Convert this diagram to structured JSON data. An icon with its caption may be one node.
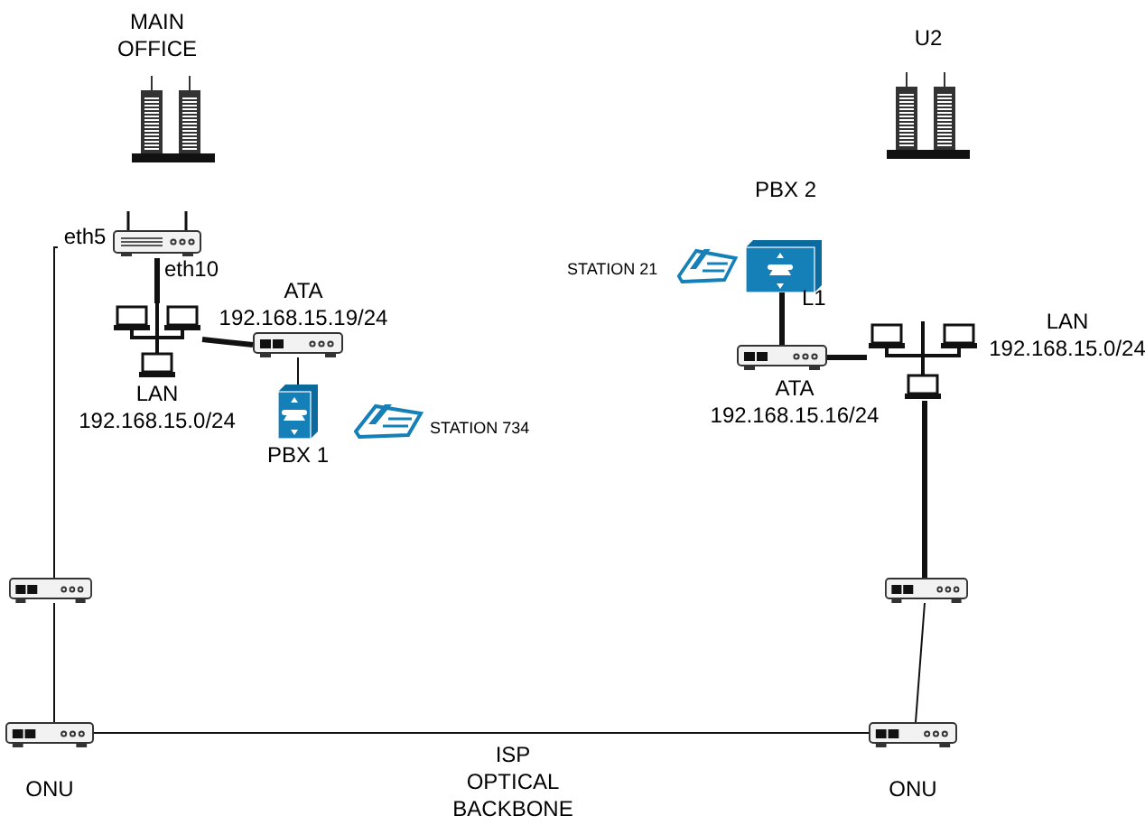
{
  "diagram": {
    "nodes": [
      {
        "text": [
          "MAIN OFFICE"
        ]
      },
      {
        "text": [
          "U2"
        ]
      },
      {
        "text": [],
        "shape": "box"
      },
      {
        "text": [
          "ATA 192.168.15.19/24"
        ]
      },
      {
        "text": [
          "PBX 1"
        ]
      },
      {
        "text": [
          "STATION 734"
        ]
      },
      {
        "text": [
          "LAN 192.168.15.0/24"
        ]
      },
      {
        "text": [
          "PBX 2"
        ],
        "beside": [
          "L1"
        ]
      },
      {
        "text": [
          "STATION 21"
        ]
      },
      {
        "text": [
          "ATA 192.168.15.16/24"
        ]
      },
      {
        "text": [
          "LAN 192.168.15.0/24"
        ]
      },
      {
        "text": [],
        "shape": "box"
      },
      {
        "text": [],
        "shape": "box"
      },
      {
        "text": [
          "ONU"
        ]
      },
      {
        "text": [
          "ONU"
        ]
      }
    ],
    "edges": [
      {
        "from": 2,
        "to": 11,
        "arrow": "none",
        "label": "eth5"
      },
      {
        "from": 2,
        "to": 6,
        "arrow": "none",
        "label": "eth10",
        "style": "thick"
      },
      {
        "from": 6,
        "to": 3,
        "arrow": "none",
        "style": "thick"
      },
      {
        "from": 3,
        "to": 4,
        "arrow": "none"
      },
      {
        "from": 7,
        "to": 9,
        "arrow": "none",
        "style": "thick"
      },
      {
        "from": 9,
        "to": 10,
        "arrow": "none",
        "style": "thick"
      },
      {
        "from": 10,
        "to": 12,
        "arrow": "none",
        "style": "thick"
      },
      {
        "from": 11,
        "to": 13,
        "arrow": "none"
      },
      {
        "from": 12,
        "to": 14,
        "arrow": "none"
      },
      {
        "from": 13,
        "to": 14,
        "arrow": "none",
        "label": "ISP OPTICAL BACKBONE"
      }
    ]
  }
}
